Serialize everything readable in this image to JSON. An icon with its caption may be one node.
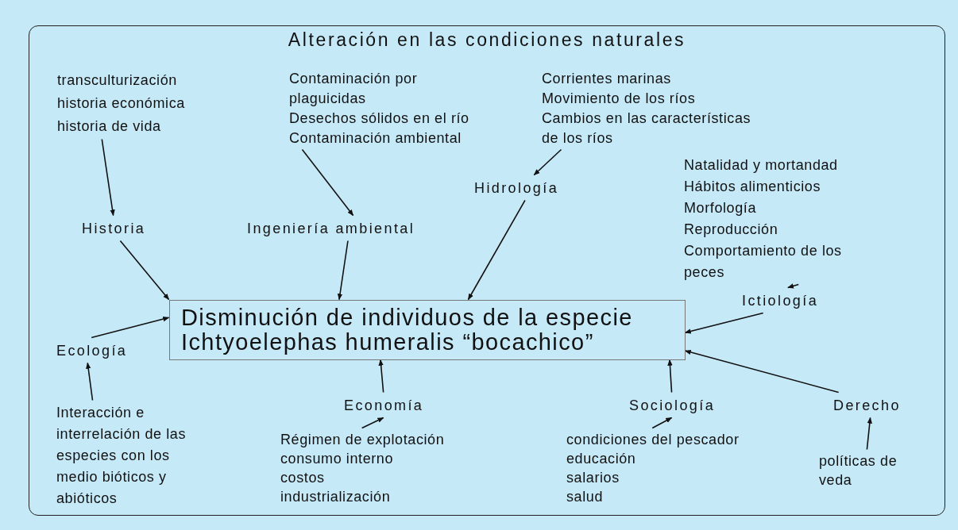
{
  "diagram": {
    "nodes": [
      {
        "text": [
          "Alteración en las condiciones naturales"
        ]
      },
      {
        "text": [
          "transculturización",
          "historia económica",
          "historia de vida"
        ],
        "in": 0
      },
      {
        "text": [
          "Historia"
        ],
        "in": 0
      },
      {
        "text": [
          "Contaminación por plaguicidas",
          "Desechos sólidos en el río",
          "Contaminación ambiental"
        ],
        "in": 0
      },
      {
        "text": [
          "Ingeniería ambiental"
        ],
        "in": 0
      },
      {
        "text": [
          "Corrientes marinas",
          "Movimiento de los ríos",
          "Cambios en las características de los ríos"
        ],
        "in": 0
      },
      {
        "text": [
          "Hidrología"
        ],
        "in": 0
      },
      {
        "text": [
          "Natalidad y mortandad",
          "Hábitos alimenticios",
          "Morfología",
          "Reproducción",
          "Comportamiento de los peces"
        ],
        "in": 0
      },
      {
        "text": [
          "Ictiología"
        ],
        "in": 0
      },
      {
        "text": [
          "Disminución de individuos de la especie Ichtyoelephas humeralis “bocachico”"
        ],
        "in": 0
      },
      {
        "text": [
          "Ecología"
        ],
        "in": 0
      },
      {
        "text": [
          "Interacción e interrelación de las especies con los medio bióticos y abióticos"
        ],
        "in": 0
      },
      {
        "text": [
          "Economía"
        ],
        "in": 0
      },
      {
        "text": [
          "Régimen de explotación",
          "consumo interno",
          "costos",
          "industrialización"
        ],
        "in": 0
      },
      {
        "text": [
          "Sociología"
        ],
        "in": 0
      },
      {
        "text": [
          "condiciones del pescador",
          "educación",
          "salarios",
          "salud"
        ],
        "in": 0
      },
      {
        "text": [
          "Derecho"
        ],
        "in": 0
      },
      {
        "text": [
          "políticas de veda"
        ],
        "in": 0
      }
    ],
    "edges": [
      {
        "from": 1,
        "to": 2,
        "arrow": "to"
      },
      {
        "from": 3,
        "to": 4,
        "arrow": "to"
      },
      {
        "from": 5,
        "to": 6,
        "arrow": "to"
      },
      {
        "from": 7,
        "to": 8,
        "arrow": "to"
      },
      {
        "from": 2,
        "to": 9,
        "arrow": "to"
      },
      {
        "from": 4,
        "to": 9,
        "arrow": "to"
      },
      {
        "from": 6,
        "to": 9,
        "arrow": "to"
      },
      {
        "from": 8,
        "to": 9,
        "arrow": "to"
      },
      {
        "from": 10,
        "to": 9,
        "arrow": "to"
      },
      {
        "from": 11,
        "to": 10,
        "arrow": "to"
      },
      {
        "from": 12,
        "to": 9,
        "arrow": "to"
      },
      {
        "from": 13,
        "to": 12,
        "arrow": "to"
      },
      {
        "from": 14,
        "to": 9,
        "arrow": "to"
      },
      {
        "from": 15,
        "to": 14,
        "arrow": "to"
      },
      {
        "from": 16,
        "to": 9,
        "arrow": "to"
      },
      {
        "from": 17,
        "to": 16,
        "arrow": "to"
      }
    ]
  }
}
